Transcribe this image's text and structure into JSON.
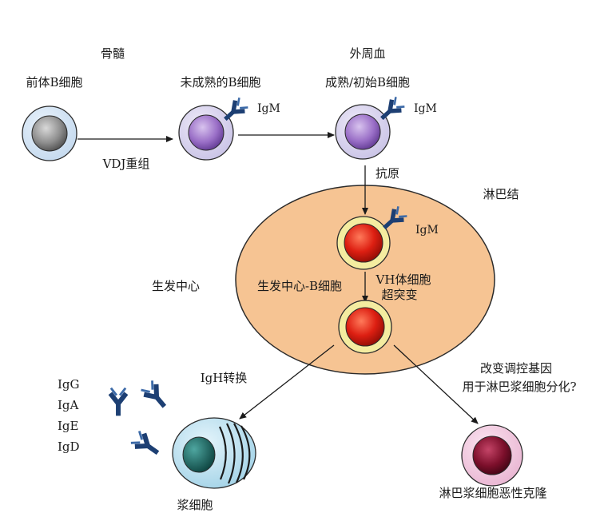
{
  "sections": {
    "bone_marrow": "骨髓",
    "peripheral_blood": "外周血",
    "lymph_node": "淋巴结",
    "germinal_center": "生发中心"
  },
  "cells": {
    "pre_b": "前体B细胞",
    "immature_b": "未成熟的B细胞",
    "mature_naive_b": "成熟/初始B细胞",
    "gc_b": "生发中心-B细胞",
    "plasma": "浆细胞",
    "malignant": "淋巴浆细胞恶性克隆"
  },
  "processes": {
    "vdj": "VDJ重组",
    "antigen": "抗原",
    "shm_line1": "VH体细胞",
    "shm_line2": "超突变",
    "class_switch": "IgH转换",
    "question_line1": "改变调控基因",
    "question_line2": "用于淋巴浆细胞分化?"
  },
  "antibody_labels": {
    "igm": "IgM",
    "igg": "IgG",
    "iga": "IgA",
    "ige": "IgE",
    "igd": "IgD"
  },
  "colors": {
    "lymph_node_fill": "#f6c493",
    "lymph_node_stroke": "#2b2b2b",
    "antibody": "#1d3f73",
    "pre_b_nucleus": "#7b7b7b",
    "immature_nucleus": "#8a5fb5",
    "gc_nucleus": "#d81c10",
    "gc_membrane": "#f4eca0",
    "plasma_body": "#a8d8ea",
    "plasma_nucleus": "#1d6a66",
    "malignant_body": "#f0c3dc",
    "malignant_nucleus": "#8c1330"
  }
}
